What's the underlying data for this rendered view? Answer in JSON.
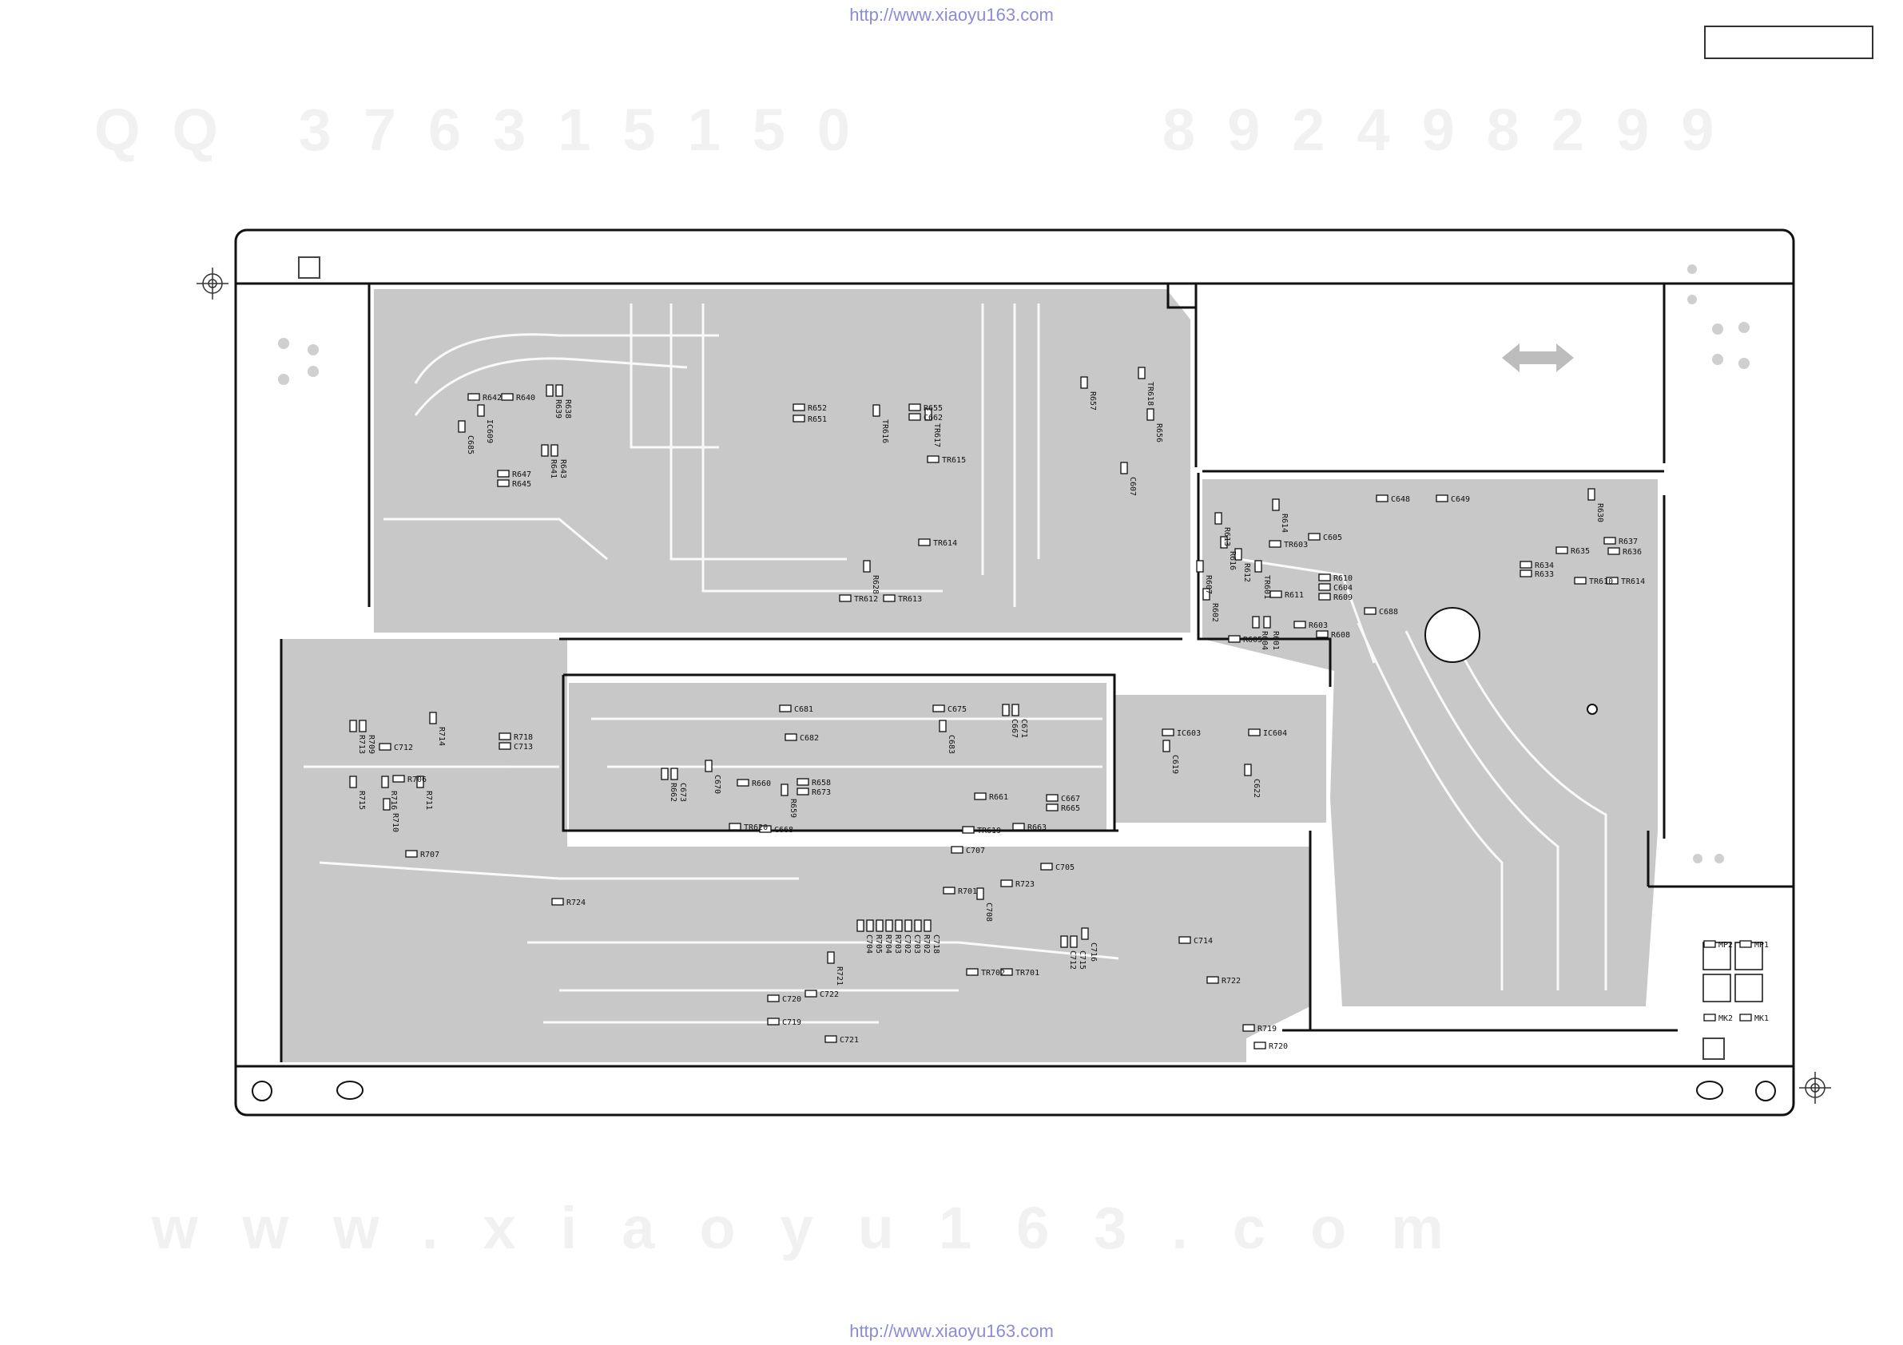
{
  "urls": {
    "top": "http://www.xiaoyu163.com",
    "bottom": "http://www.xiaoyu163.com"
  },
  "watermarks": {
    "qq": "QQ 376315150",
    "phone": "892498299",
    "site": "www.xiaoyu163.com"
  },
  "colors": {
    "copper": "#c7c7c7",
    "outline": "#111111",
    "watermark": "#f1f1f1",
    "url": "#8b8bd6"
  },
  "components": [
    {
      "id": "r642",
      "label": "R642"
    },
    {
      "id": "r640",
      "label": "R640"
    },
    {
      "id": "r639",
      "label": "R639"
    },
    {
      "id": "r638",
      "label": "R638"
    },
    {
      "id": "ic609",
      "label": "IC609"
    },
    {
      "id": "c685",
      "label": "C685"
    },
    {
      "id": "r647",
      "label": "R647"
    },
    {
      "id": "r645",
      "label": "R645"
    },
    {
      "id": "r641",
      "label": "R641"
    },
    {
      "id": "r643",
      "label": "R643"
    },
    {
      "id": "r652",
      "label": "R652"
    },
    {
      "id": "r651",
      "label": "R651"
    },
    {
      "id": "r655",
      "label": "R655"
    },
    {
      "id": "c662",
      "label": "C662"
    },
    {
      "id": "tr616",
      "label": "TR616"
    },
    {
      "id": "tr617",
      "label": "TR617"
    },
    {
      "id": "tr615",
      "label": "TR615"
    },
    {
      "id": "r657",
      "label": "R657"
    },
    {
      "id": "tr618",
      "label": "TR618"
    },
    {
      "id": "r656",
      "label": "R656"
    },
    {
      "id": "c607",
      "label": "C607"
    },
    {
      "id": "tr614a",
      "label": "TR614"
    },
    {
      "id": "tr612",
      "label": "TR612"
    },
    {
      "id": "r628",
      "label": "R628"
    },
    {
      "id": "tr613",
      "label": "TR613"
    },
    {
      "id": "c648",
      "label": "C648"
    },
    {
      "id": "c649",
      "label": "C649"
    },
    {
      "id": "r614",
      "label": "R614"
    },
    {
      "id": "r613",
      "label": "R613"
    },
    {
      "id": "tr603",
      "label": "TR603"
    },
    {
      "id": "c605",
      "label": "C605"
    },
    {
      "id": "r616",
      "label": "R616"
    },
    {
      "id": "r612",
      "label": "R612"
    },
    {
      "id": "tr601",
      "label": "TR601"
    },
    {
      "id": "r610",
      "label": "R610"
    },
    {
      "id": "c604",
      "label": "C604"
    },
    {
      "id": "r609",
      "label": "R609"
    },
    {
      "id": "r611",
      "label": "R611"
    },
    {
      "id": "c688",
      "label": "C688"
    },
    {
      "id": "r607",
      "label": "R607"
    },
    {
      "id": "r602",
      "label": "R602"
    },
    {
      "id": "r605",
      "label": "R605"
    },
    {
      "id": "r604",
      "label": "R604"
    },
    {
      "id": "r601",
      "label": "R601"
    },
    {
      "id": "r603",
      "label": "R603"
    },
    {
      "id": "r608",
      "label": "R608"
    },
    {
      "id": "r635",
      "label": "R635"
    },
    {
      "id": "r634",
      "label": "R634"
    },
    {
      "id": "r633",
      "label": "R633"
    },
    {
      "id": "r637",
      "label": "R637"
    },
    {
      "id": "r636",
      "label": "R636"
    },
    {
      "id": "tr610",
      "label": "TR610"
    },
    {
      "id": "tr614b",
      "label": "TR614"
    },
    {
      "id": "r630",
      "label": "R630"
    },
    {
      "id": "c681",
      "label": "C681"
    },
    {
      "id": "c675",
      "label": "C675"
    },
    {
      "id": "c682",
      "label": "C682"
    },
    {
      "id": "c683",
      "label": "C683"
    },
    {
      "id": "c667a",
      "label": "C667"
    },
    {
      "id": "c671",
      "label": "C671"
    },
    {
      "id": "r662",
      "label": "R662"
    },
    {
      "id": "c673",
      "label": "C673"
    },
    {
      "id": "c670",
      "label": "C670"
    },
    {
      "id": "r660",
      "label": "R660"
    },
    {
      "id": "r658",
      "label": "R658"
    },
    {
      "id": "r673",
      "label": "R673"
    },
    {
      "id": "r659",
      "label": "R659"
    },
    {
      "id": "tr620",
      "label": "TR620"
    },
    {
      "id": "c668",
      "label": "C668"
    },
    {
      "id": "r661",
      "label": "R661"
    },
    {
      "id": "c667b",
      "label": "C667"
    },
    {
      "id": "r665",
      "label": "R665"
    },
    {
      "id": "tr619",
      "label": "TR619"
    },
    {
      "id": "r663",
      "label": "R663"
    },
    {
      "id": "ic603",
      "label": "IC603"
    },
    {
      "id": "ic604",
      "label": "IC604"
    },
    {
      "id": "c619",
      "label": "C619"
    },
    {
      "id": "c622",
      "label": "C622"
    },
    {
      "id": "r713",
      "label": "R713"
    },
    {
      "id": "r709",
      "label": "R709"
    },
    {
      "id": "r714",
      "label": "R714"
    },
    {
      "id": "c712a",
      "label": "C712"
    },
    {
      "id": "r718",
      "label": "R718"
    },
    {
      "id": "c713",
      "label": "C713"
    },
    {
      "id": "r706",
      "label": "R706"
    },
    {
      "id": "r715",
      "label": "R715"
    },
    {
      "id": "r716",
      "label": "R716"
    },
    {
      "id": "r711",
      "label": "R711"
    },
    {
      "id": "r710",
      "label": "R710"
    },
    {
      "id": "r707",
      "label": "R707"
    },
    {
      "id": "r724",
      "label": "R724"
    },
    {
      "id": "c707",
      "label": "C707"
    },
    {
      "id": "r701",
      "label": "R701"
    },
    {
      "id": "r723",
      "label": "R723"
    },
    {
      "id": "c705",
      "label": "C705"
    },
    {
      "id": "c708",
      "label": "C708"
    },
    {
      "id": "c704",
      "label": "C704"
    },
    {
      "id": "r705",
      "label": "R705"
    },
    {
      "id": "r704",
      "label": "R704"
    },
    {
      "id": "r703",
      "label": "R703"
    },
    {
      "id": "c702",
      "label": "C702"
    },
    {
      "id": "c703",
      "label": "C703"
    },
    {
      "id": "r702",
      "label": "R702"
    },
    {
      "id": "c718",
      "label": "C718"
    },
    {
      "id": "c712b",
      "label": "C712"
    },
    {
      "id": "c715",
      "label": "C715"
    },
    {
      "id": "c716",
      "label": "C716"
    },
    {
      "id": "c714",
      "label": "C714"
    },
    {
      "id": "tr702",
      "label": "TR702"
    },
    {
      "id": "tr701",
      "label": "TR701"
    },
    {
      "id": "r722",
      "label": "R722"
    },
    {
      "id": "c720",
      "label": "C720"
    },
    {
      "id": "c722",
      "label": "C722"
    },
    {
      "id": "r721",
      "label": "R721"
    },
    {
      "id": "c719",
      "label": "C719"
    },
    {
      "id": "c721",
      "label": "C721"
    },
    {
      "id": "r719",
      "label": "R719"
    },
    {
      "id": "r720",
      "label": "R720"
    },
    {
      "id": "mp2",
      "label": "MP2"
    },
    {
      "id": "mp1",
      "label": "MP1"
    },
    {
      "id": "mk2",
      "label": "MK2"
    },
    {
      "id": "mk1",
      "label": "MK1"
    }
  ]
}
